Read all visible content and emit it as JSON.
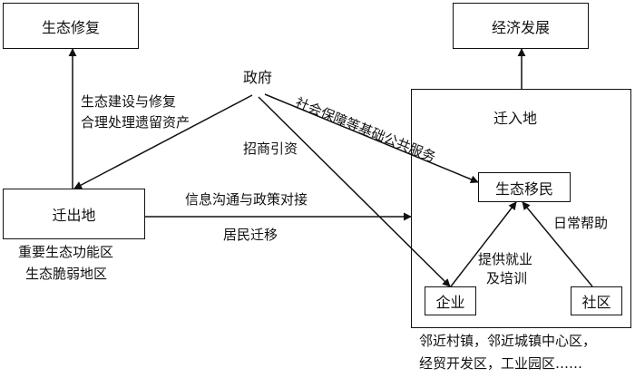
{
  "nodes": {
    "eco_restore": "生态修复",
    "econ_dev": "经济发展",
    "emigration_area": "迁出地",
    "immigration_area": "迁入地",
    "eco_migrants": "生态移民",
    "enterprise": "企业",
    "community": "社区",
    "government": "政府"
  },
  "edges": {
    "eco_build_line1": "生态建设与修复",
    "eco_build_line2": "合理处理遗留资产",
    "social_security": "社会保障等基础公共服务",
    "investment": "招商引资",
    "info_policy": "信息沟通与政策对接",
    "resident_migration": "居民迁移",
    "jobs_line1": "提供就业",
    "jobs_line2": "及培训",
    "daily_help": "日常帮助"
  },
  "notes": {
    "emigration_line1": "重要生态功能区",
    "emigration_line2": "生态脆弱地区",
    "immigration_line1": "邻近村镇，邻近城镇中心区，",
    "immigration_line2": "经贸开发区，工业园区……"
  }
}
